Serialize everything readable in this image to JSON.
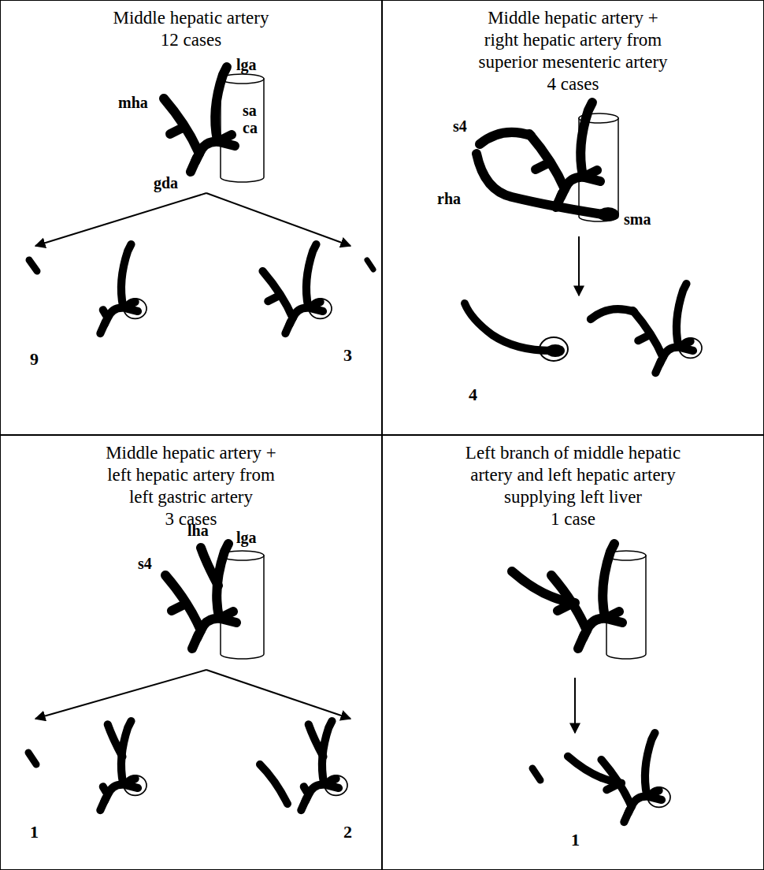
{
  "diagram": {
    "nodes": [
      {
        "text": [
          "Middle hepatic artery",
          "12 cases"
        ]
      },
      {
        "text": [
          "Middle hepatic artery + right hepatic artery from superior mesenteric artery",
          "4 cases"
        ]
      },
      {
        "text": [
          "Middle hepatic artery + left hepatic artery from left gastric artery",
          "3 cases"
        ]
      },
      {
        "text": [
          "Left branch of middle hepatic artery and left hepatic artery supplying left liver",
          "1 case"
        ]
      }
    ],
    "labels": [
      "lga",
      "mha",
      "sa",
      "ca",
      "gda",
      "9",
      "3",
      "s4",
      "rha",
      "sma",
      "4",
      "lha",
      "s4",
      "lga",
      "1",
      "2",
      "1"
    ]
  }
}
